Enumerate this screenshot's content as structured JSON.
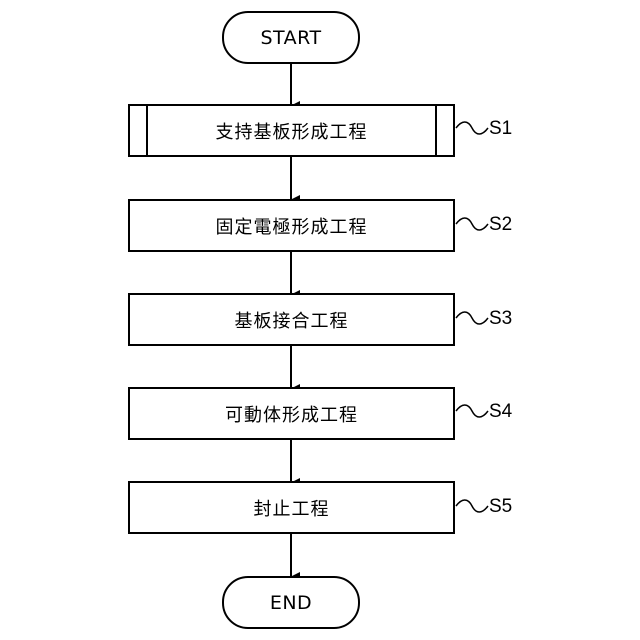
{
  "start": {
    "label": "START"
  },
  "end": {
    "label": "END"
  },
  "steps": [
    {
      "id": "S1",
      "label": "支持基板形成工程"
    },
    {
      "id": "S2",
      "label": "固定電極形成工程"
    },
    {
      "id": "S3",
      "label": "基板接合工程"
    },
    {
      "id": "S4",
      "label": "可動体形成工程"
    },
    {
      "id": "S5",
      "label": "封止工程"
    }
  ]
}
